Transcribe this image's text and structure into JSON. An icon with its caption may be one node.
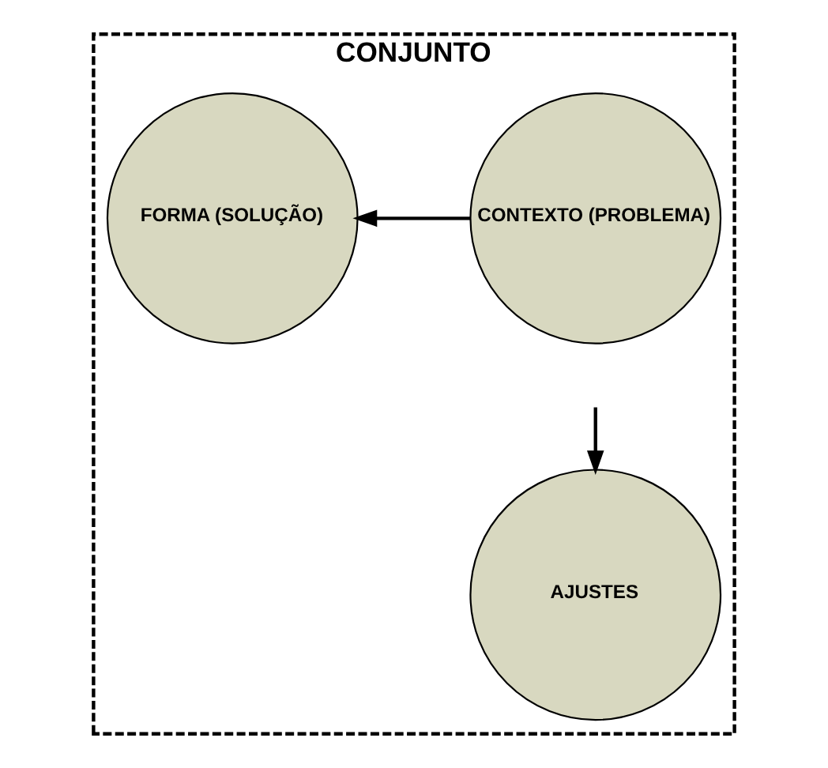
{
  "diagram": {
    "nodes": [
      {
        "text": [
          "CONJUNTO"
        ]
      },
      {
        "text": [
          "CONTEXTO (PROBLEMA)"
        ],
        "in": 0
      },
      {
        "text": [
          "FORMA (SOLUÇÃO)"
        ],
        "in": 0
      },
      {
        "text": [
          "AJUSTES"
        ],
        "in": 0
      }
    ],
    "edges": [
      {
        "from": 1,
        "to": 2,
        "arrow": "to"
      },
      {
        "from": null,
        "to": 3,
        "arrow": "to"
      }
    ]
  }
}
